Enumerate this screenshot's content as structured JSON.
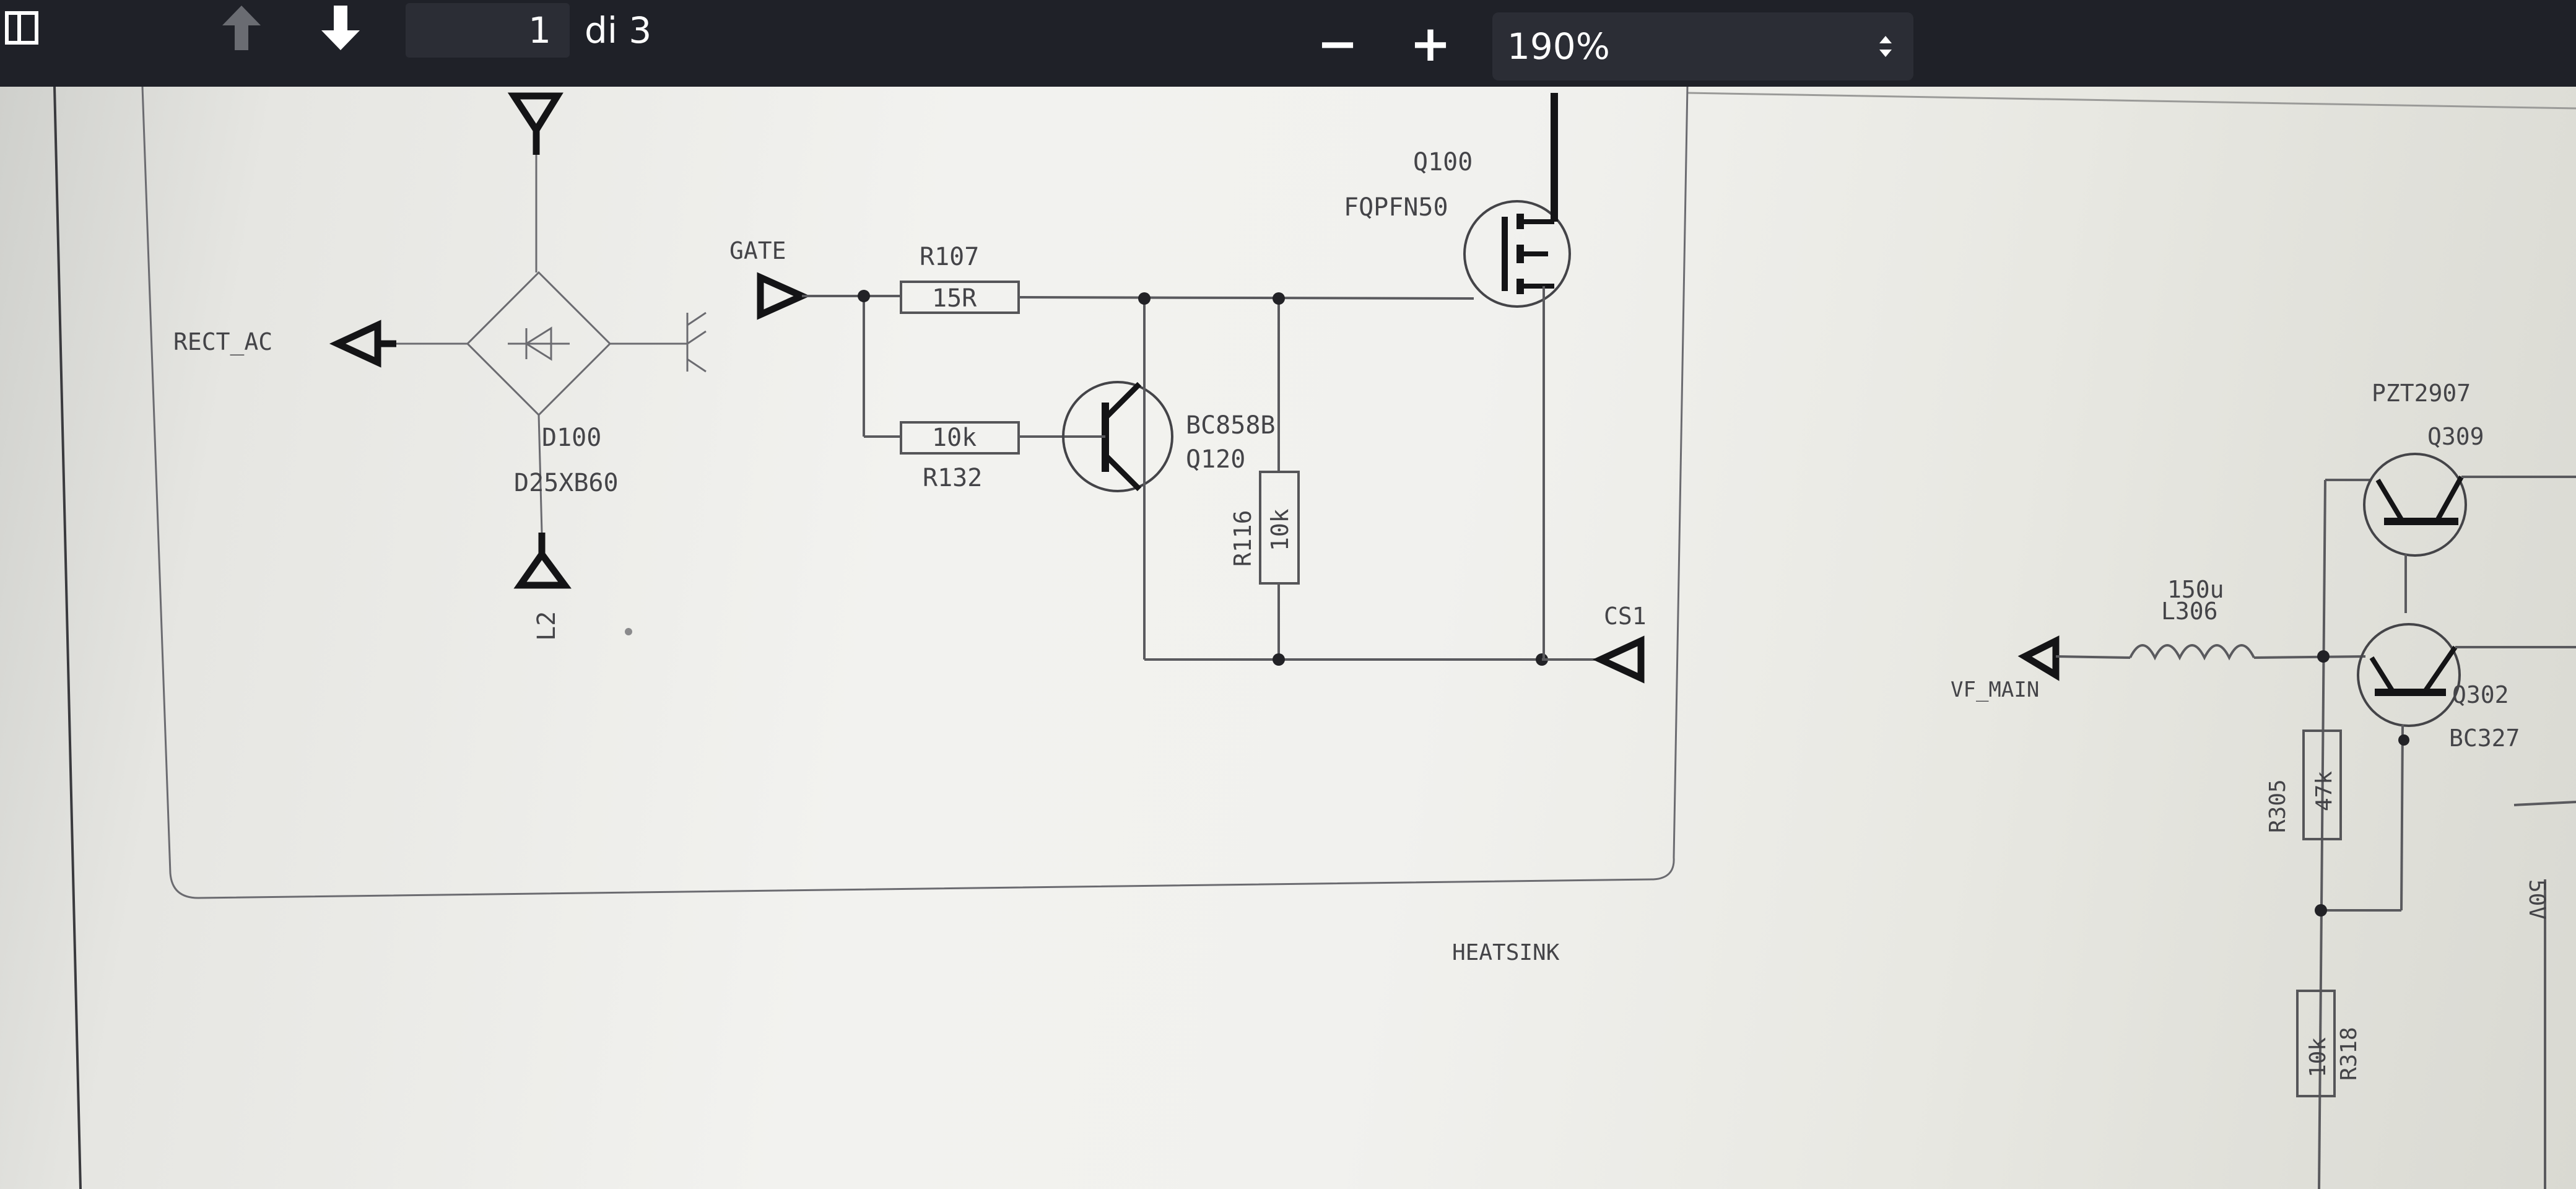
{
  "toolbar": {
    "sidebar_toggle_icon": "sidebar-toggle-icon",
    "prev_page_icon": "arrow-up-icon",
    "next_page_icon": "arrow-down-icon",
    "loading_icon": "spinner-icon",
    "page_current": "1",
    "page_total_label": "di 3",
    "zoom_out_label": "−",
    "zoom_in_label": "+",
    "zoom_value": "190%"
  },
  "schematic": {
    "labels": {
      "rect_ac": "RECT_AC",
      "d100_ref": "D100",
      "d100_part": "D25XB60",
      "l2": "L2",
      "gate": "GATE",
      "r107_ref": "R107",
      "r107_val": "15R",
      "r132_val": "10k",
      "r132_ref": "R132",
      "q120_part": "BC858B",
      "q120_ref": "Q120",
      "r116_ref": "R116",
      "r116_val": "10k",
      "q100_ref": "Q100",
      "q100_part": "FQPFN50",
      "cs1": "CS1",
      "heatsink": "HEATSINK",
      "pzt_part": "PZT2907",
      "q309_ref": "Q309",
      "l306_val": "150u",
      "l306_ref": "L306",
      "vf_main": "VF_MAIN",
      "q302_ref": "Q302",
      "q302_part": "BC327",
      "r305_ref": "R305",
      "r305_val": "47k",
      "r318_val": "10k",
      "r318_ref": "R318",
      "edge_text": "50V"
    }
  }
}
